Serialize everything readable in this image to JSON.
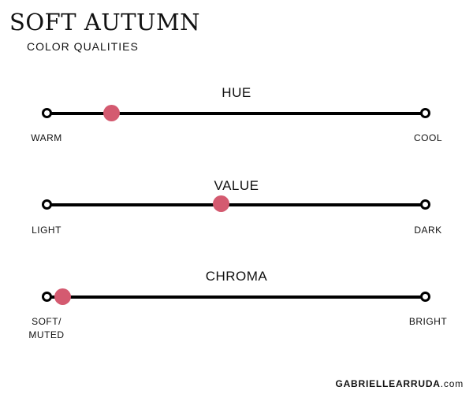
{
  "header": {
    "title": "SOFT AUTUMN",
    "subtitle": "COLOR QUALITIES"
  },
  "colors": {
    "marker": "#d45a70",
    "line": "#000000"
  },
  "scales": [
    {
      "label": "HUE",
      "left_label": "WARM",
      "right_label": "COOL",
      "position_fraction": 0.17
    },
    {
      "label": "VALUE",
      "left_label": "LIGHT",
      "right_label": "DARK",
      "position_fraction": 0.46
    },
    {
      "label": "CHROMA",
      "left_label": "SOFT/\nMUTED",
      "right_label": "BRIGHT",
      "position_fraction": 0.04
    }
  ],
  "footer": {
    "credit_name": "GABRIELLEARRUDA",
    "credit_tld": ".com"
  }
}
